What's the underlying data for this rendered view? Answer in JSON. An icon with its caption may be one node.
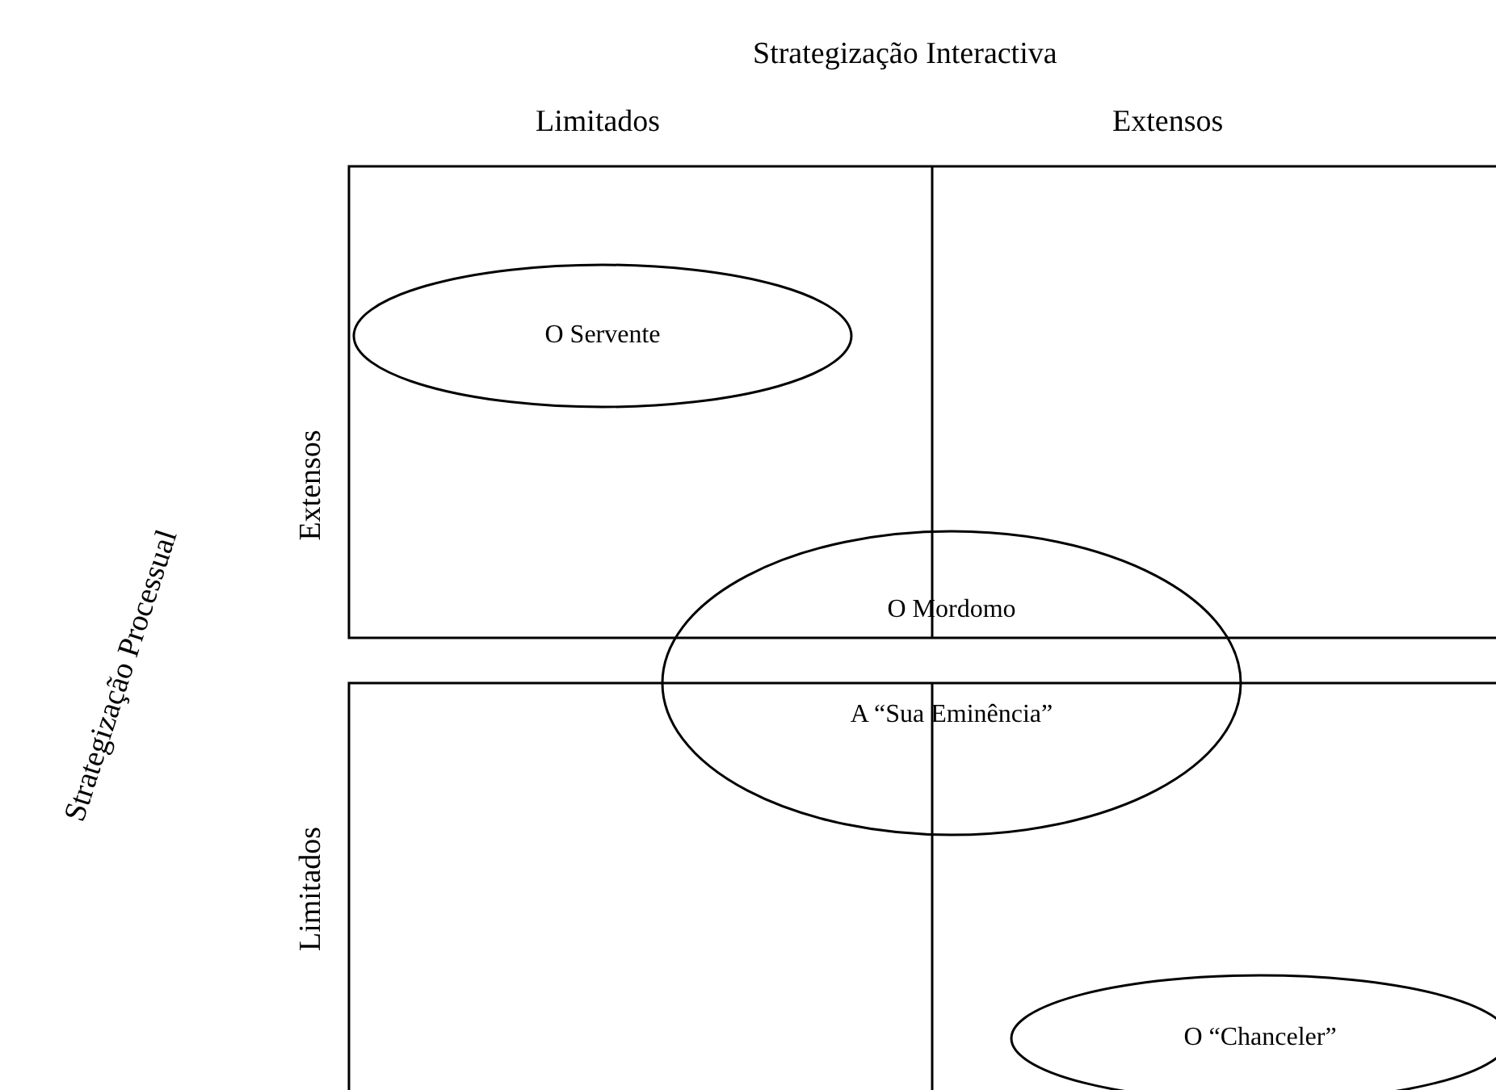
{
  "diagram": {
    "nodes": [
      {
        "text": [
          "O Servente"
        ]
      },
      {
        "text": [
          "O Mordomo",
          "A “Sua Eminência”"
        ]
      },
      {
        "text": [
          "O “Chanceler”"
        ]
      }
    ],
    "labels": [
      "Strategização Interactiva",
      "Limitados",
      "Extensos",
      "Strategização Processual",
      "Extensos",
      "Limitados"
    ]
  }
}
